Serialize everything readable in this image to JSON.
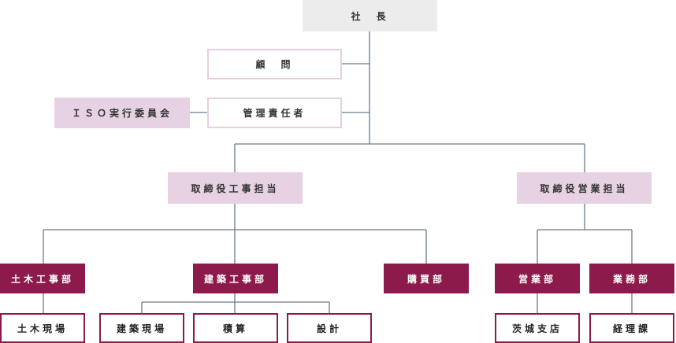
{
  "colors": {
    "line": "#6a7b88",
    "maroon": "#8c1b4b",
    "pink": "#e6d2e3",
    "pink_border": "#e3cfe0",
    "gray": "#ececec"
  },
  "org": {
    "president": "社　長",
    "advisor": "顧　問",
    "management_rep": "管理責任者",
    "iso_committee": "ＩＳＯ実行委員会",
    "director_construction": "取締役工事担当",
    "director_sales": "取締役営業担当",
    "dept_civil": "土木工事部",
    "dept_building": "建築工事部",
    "dept_purchasing": "購買部",
    "dept_sales": "営業部",
    "dept_business": "業務部",
    "civil_site": "土木現場",
    "building_site": "建築現場",
    "estimation": "積算",
    "design": "設計",
    "ibaraki_branch": "茨城支店",
    "accounting": "経理課"
  }
}
